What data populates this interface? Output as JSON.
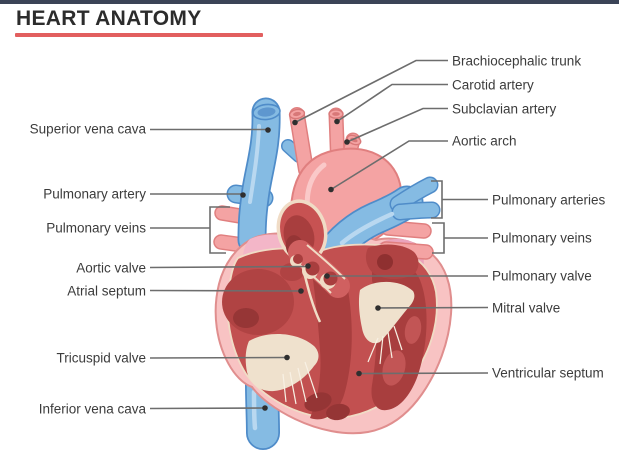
{
  "title": "HEART ANATOMY",
  "labels": {
    "left": [
      "Superior vena cava",
      "Pulmonary artery",
      "Pulmonary veins",
      "Aortic valve",
      "Atrial septum",
      "Tricuspid valve",
      "Inferior vena cava"
    ],
    "right": [
      "Brachiocephalic trunk",
      "Carotid artery",
      "Subclavian artery",
      "Aortic arch",
      "Pulmonary arteries",
      "Pulmonary veins",
      "Pulmonary valve",
      "Mitral valve",
      "Ventricular septum"
    ]
  },
  "colors": {
    "accent": "#e25f5f",
    "top-edge": "#3b4457",
    "vessel-blue": "#85bbe3",
    "vessel-blue-outline": "#4f8cc9",
    "vessel-pink": "#f4a3a3",
    "vessel-pink-outline": "#e07f7f",
    "heart-wall": "#f8c3c3",
    "chamber-red": "#c25050",
    "chamber-dark": "#a83e3e",
    "valve-cream": "#efe1cd",
    "overlay-pink": "#f3b6c8",
    "label-text": "#3c3c3c",
    "leader-line": "#6d6d6d"
  }
}
